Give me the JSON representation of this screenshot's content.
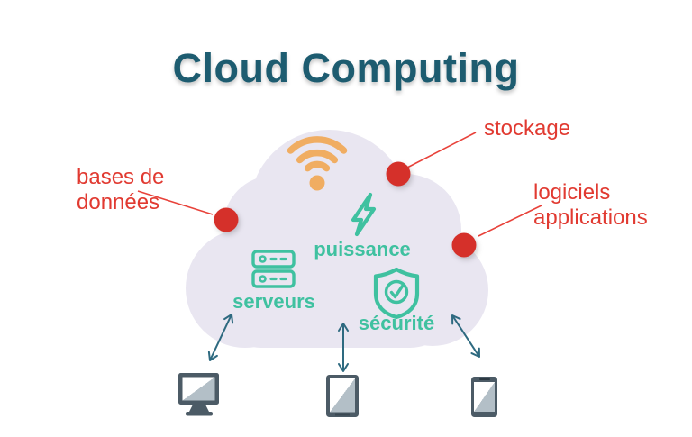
{
  "title": "Cloud Computing",
  "cloud": {
    "wifi_icon": "wifi-icon",
    "features": {
      "puissance": {
        "label": "puissance",
        "icon": "lightning-icon"
      },
      "serveurs": {
        "label": "serveurs",
        "icon": "server-stack-icon"
      },
      "securite": {
        "label": "sécurité",
        "icon": "shield-check-icon"
      }
    }
  },
  "callouts": {
    "stockage": {
      "label": "stockage"
    },
    "bases": {
      "line1": "bases de",
      "line2": "données"
    },
    "logiciels": {
      "line1": "logiciels",
      "line2": "applications"
    }
  },
  "devices": [
    {
      "icon": "desktop-monitor-icon"
    },
    {
      "icon": "tablet-icon"
    },
    {
      "icon": "smartphone-icon"
    }
  ],
  "colors": {
    "title": "#1d5c70",
    "cloud": "#e9e6f1",
    "teal": "#3fc1a0",
    "orange": "#f0ad62",
    "red_text": "#e13a31",
    "red_dot": "#d5302a",
    "connector_red": "#e8423a",
    "arrow": "#2e6a80",
    "device_frame": "#4c5b66",
    "device_screen_shade": "#b3bfc7"
  }
}
